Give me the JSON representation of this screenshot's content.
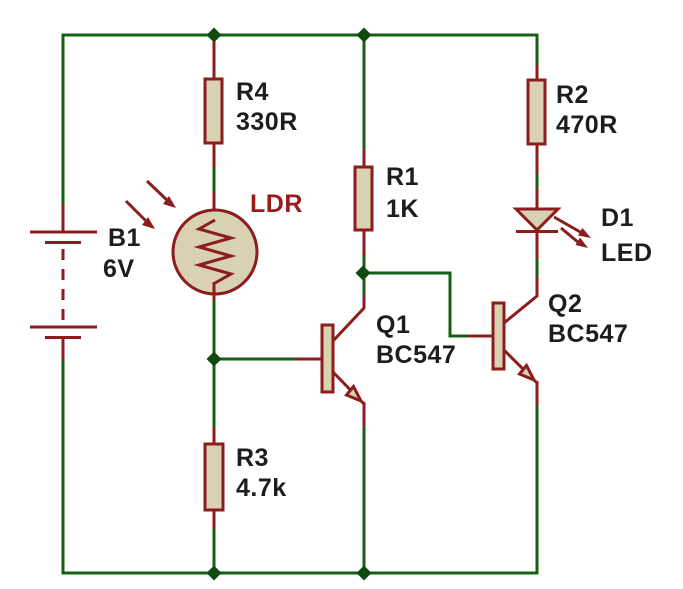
{
  "components": {
    "b1": {
      "ref": "B1",
      "value": "6V"
    },
    "r4": {
      "ref": "R4",
      "value": "330R"
    },
    "r1": {
      "ref": "R1",
      "value": "1K"
    },
    "r2": {
      "ref": "R2",
      "value": "470R"
    },
    "r3": {
      "ref": "R3",
      "value": "4.7k"
    },
    "ldr": {
      "ref": "LDR"
    },
    "d1": {
      "ref": "D1",
      "value": "LED"
    },
    "q1": {
      "ref": "Q1",
      "value": "BC547"
    },
    "q2": {
      "ref": "Q2",
      "value": "BC547"
    }
  },
  "colors": {
    "wire": "#156015",
    "component": "#8d1c1c",
    "component_fill": "#d8d1b2",
    "junction": "#0f4a10",
    "label_text": "#1d1d1d",
    "ldr_label": "#9c1a1a",
    "background": "#ffffff"
  }
}
